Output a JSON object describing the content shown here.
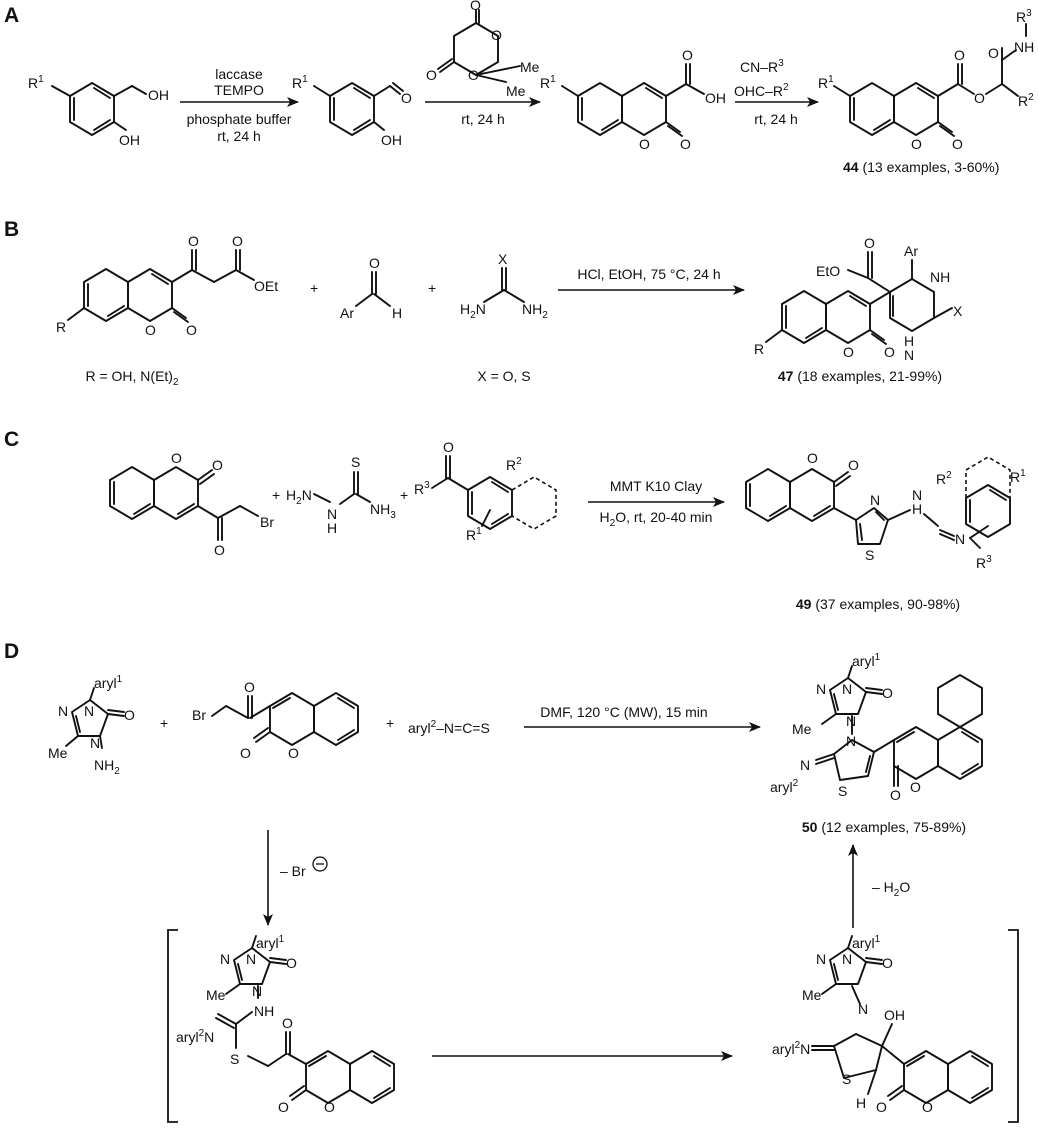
{
  "panels": {
    "A": {
      "label": "A",
      "step1": {
        "line1": "laccase",
        "line2": "TEMPO",
        "line3": "phosphate buffer",
        "line4": "rt, 24 h"
      },
      "step2": "rt, 24 h",
      "step3": {
        "line1": "rt, 24 h"
      },
      "product_number": "44",
      "product_note": "(13 examples, 3-60%)"
    },
    "B": {
      "label": "B",
      "conditions": "HCl, EtOH, 75 °C, 24 h",
      "r_note": "R = OH, N(Et)",
      "r_note_sub": "2",
      "x_note": "X = O, S",
      "product_number": "47",
      "product_note": "(18 examples, 21-99%)"
    },
    "C": {
      "label": "C",
      "conditions1": "MMT K10 Clay",
      "conditions2": "H",
      "conditions2_sub": "2",
      "conditions2_rest": "O, rt, 20-40 min",
      "product_number": "49",
      "product_note": "(37 examples, 90-98%)"
    },
    "D": {
      "label": "D",
      "conditions": "DMF, 120 °C (MW), 15 min",
      "loss_br": "– Br",
      "loss_h2o": "– H",
      "loss_h2o_sub": "2",
      "loss_h2o_rest": "O",
      "product_number": "50",
      "product_note": "(12 examples, 75-89%)"
    }
  },
  "plus_sign": "+"
}
